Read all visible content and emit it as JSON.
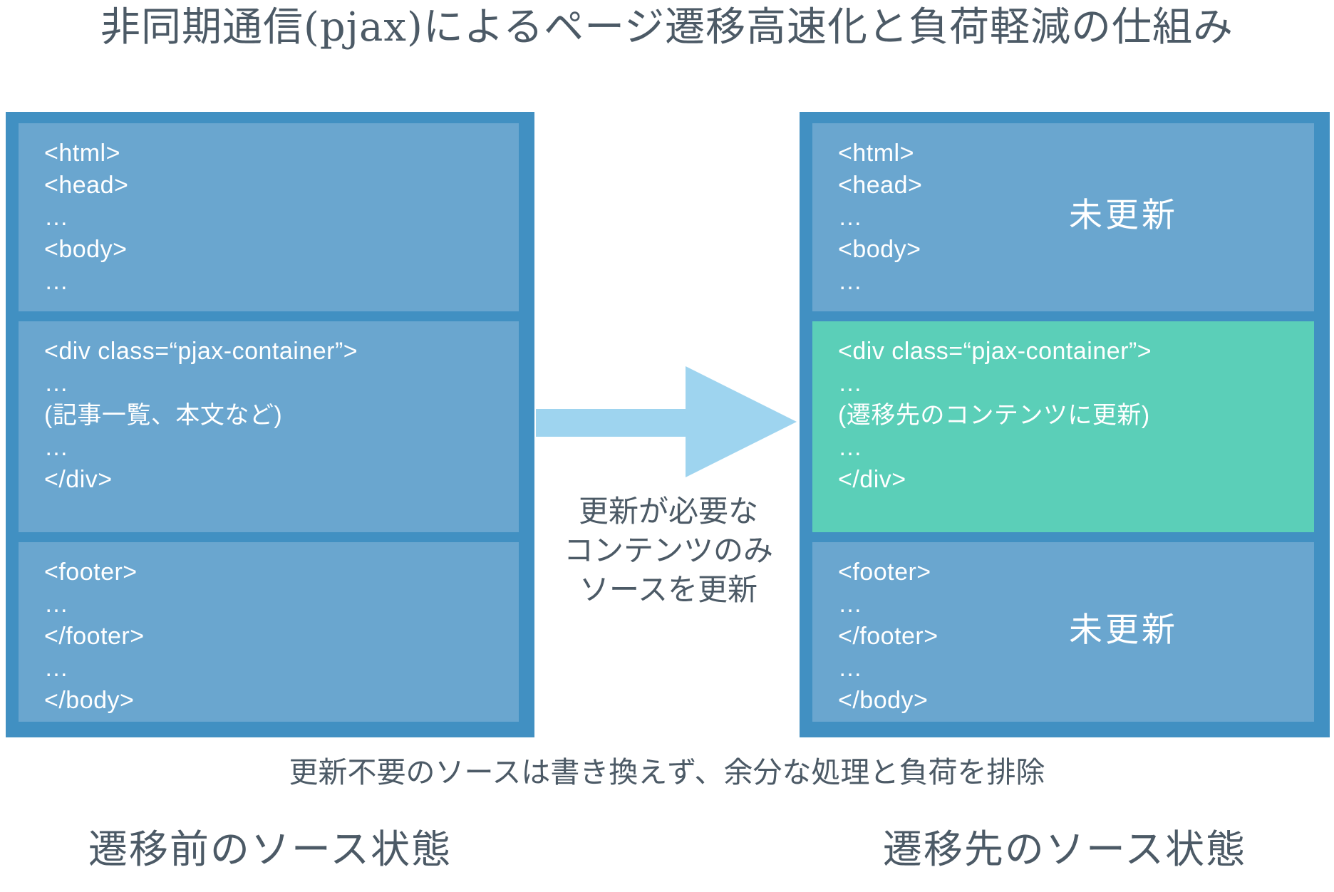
{
  "title": "非同期通信(pjax)によるページ遷移高速化と負荷軽減の仕組み",
  "colors": {
    "panel": "#4190c2",
    "box": "#6aa6cf",
    "highlight": "#5bcfb8",
    "arrow": "#9ed4ef",
    "text_dark": "#4c5a66",
    "text_light": "#ffffff"
  },
  "left_panel": {
    "caption": "遷移前のソース状態",
    "box1_lines": [
      "<html>",
      "<head>",
      "…",
      "<body>",
      "…"
    ],
    "box2_lines": [
      "<div class=“pjax-container”>",
      "…",
      "(記事一覧、本文など)",
      "…",
      "</div>"
    ],
    "box3_lines": [
      "<footer>",
      "…",
      "</footer>",
      "…",
      "</body>"
    ]
  },
  "right_panel": {
    "caption": "遷移先のソース状態",
    "box1_badge": "未更新",
    "box1_lines": [
      "<html>",
      "<head>",
      "…",
      "<body>",
      "…"
    ],
    "box2_lines": [
      "<div class=“pjax-container”>",
      "…",
      "(遷移先のコンテンツに更新)",
      "…",
      "</div>"
    ],
    "box3_badge": "未更新",
    "box3_lines": [
      "<footer>",
      "…",
      "</footer>",
      "…",
      "</body>"
    ]
  },
  "arrow_caption_lines": [
    "更新が必要な",
    "コンテンツのみ",
    "ソースを更新"
  ],
  "footnote": "更新不要のソースは書き換えず、余分な処理と負荷を排除"
}
